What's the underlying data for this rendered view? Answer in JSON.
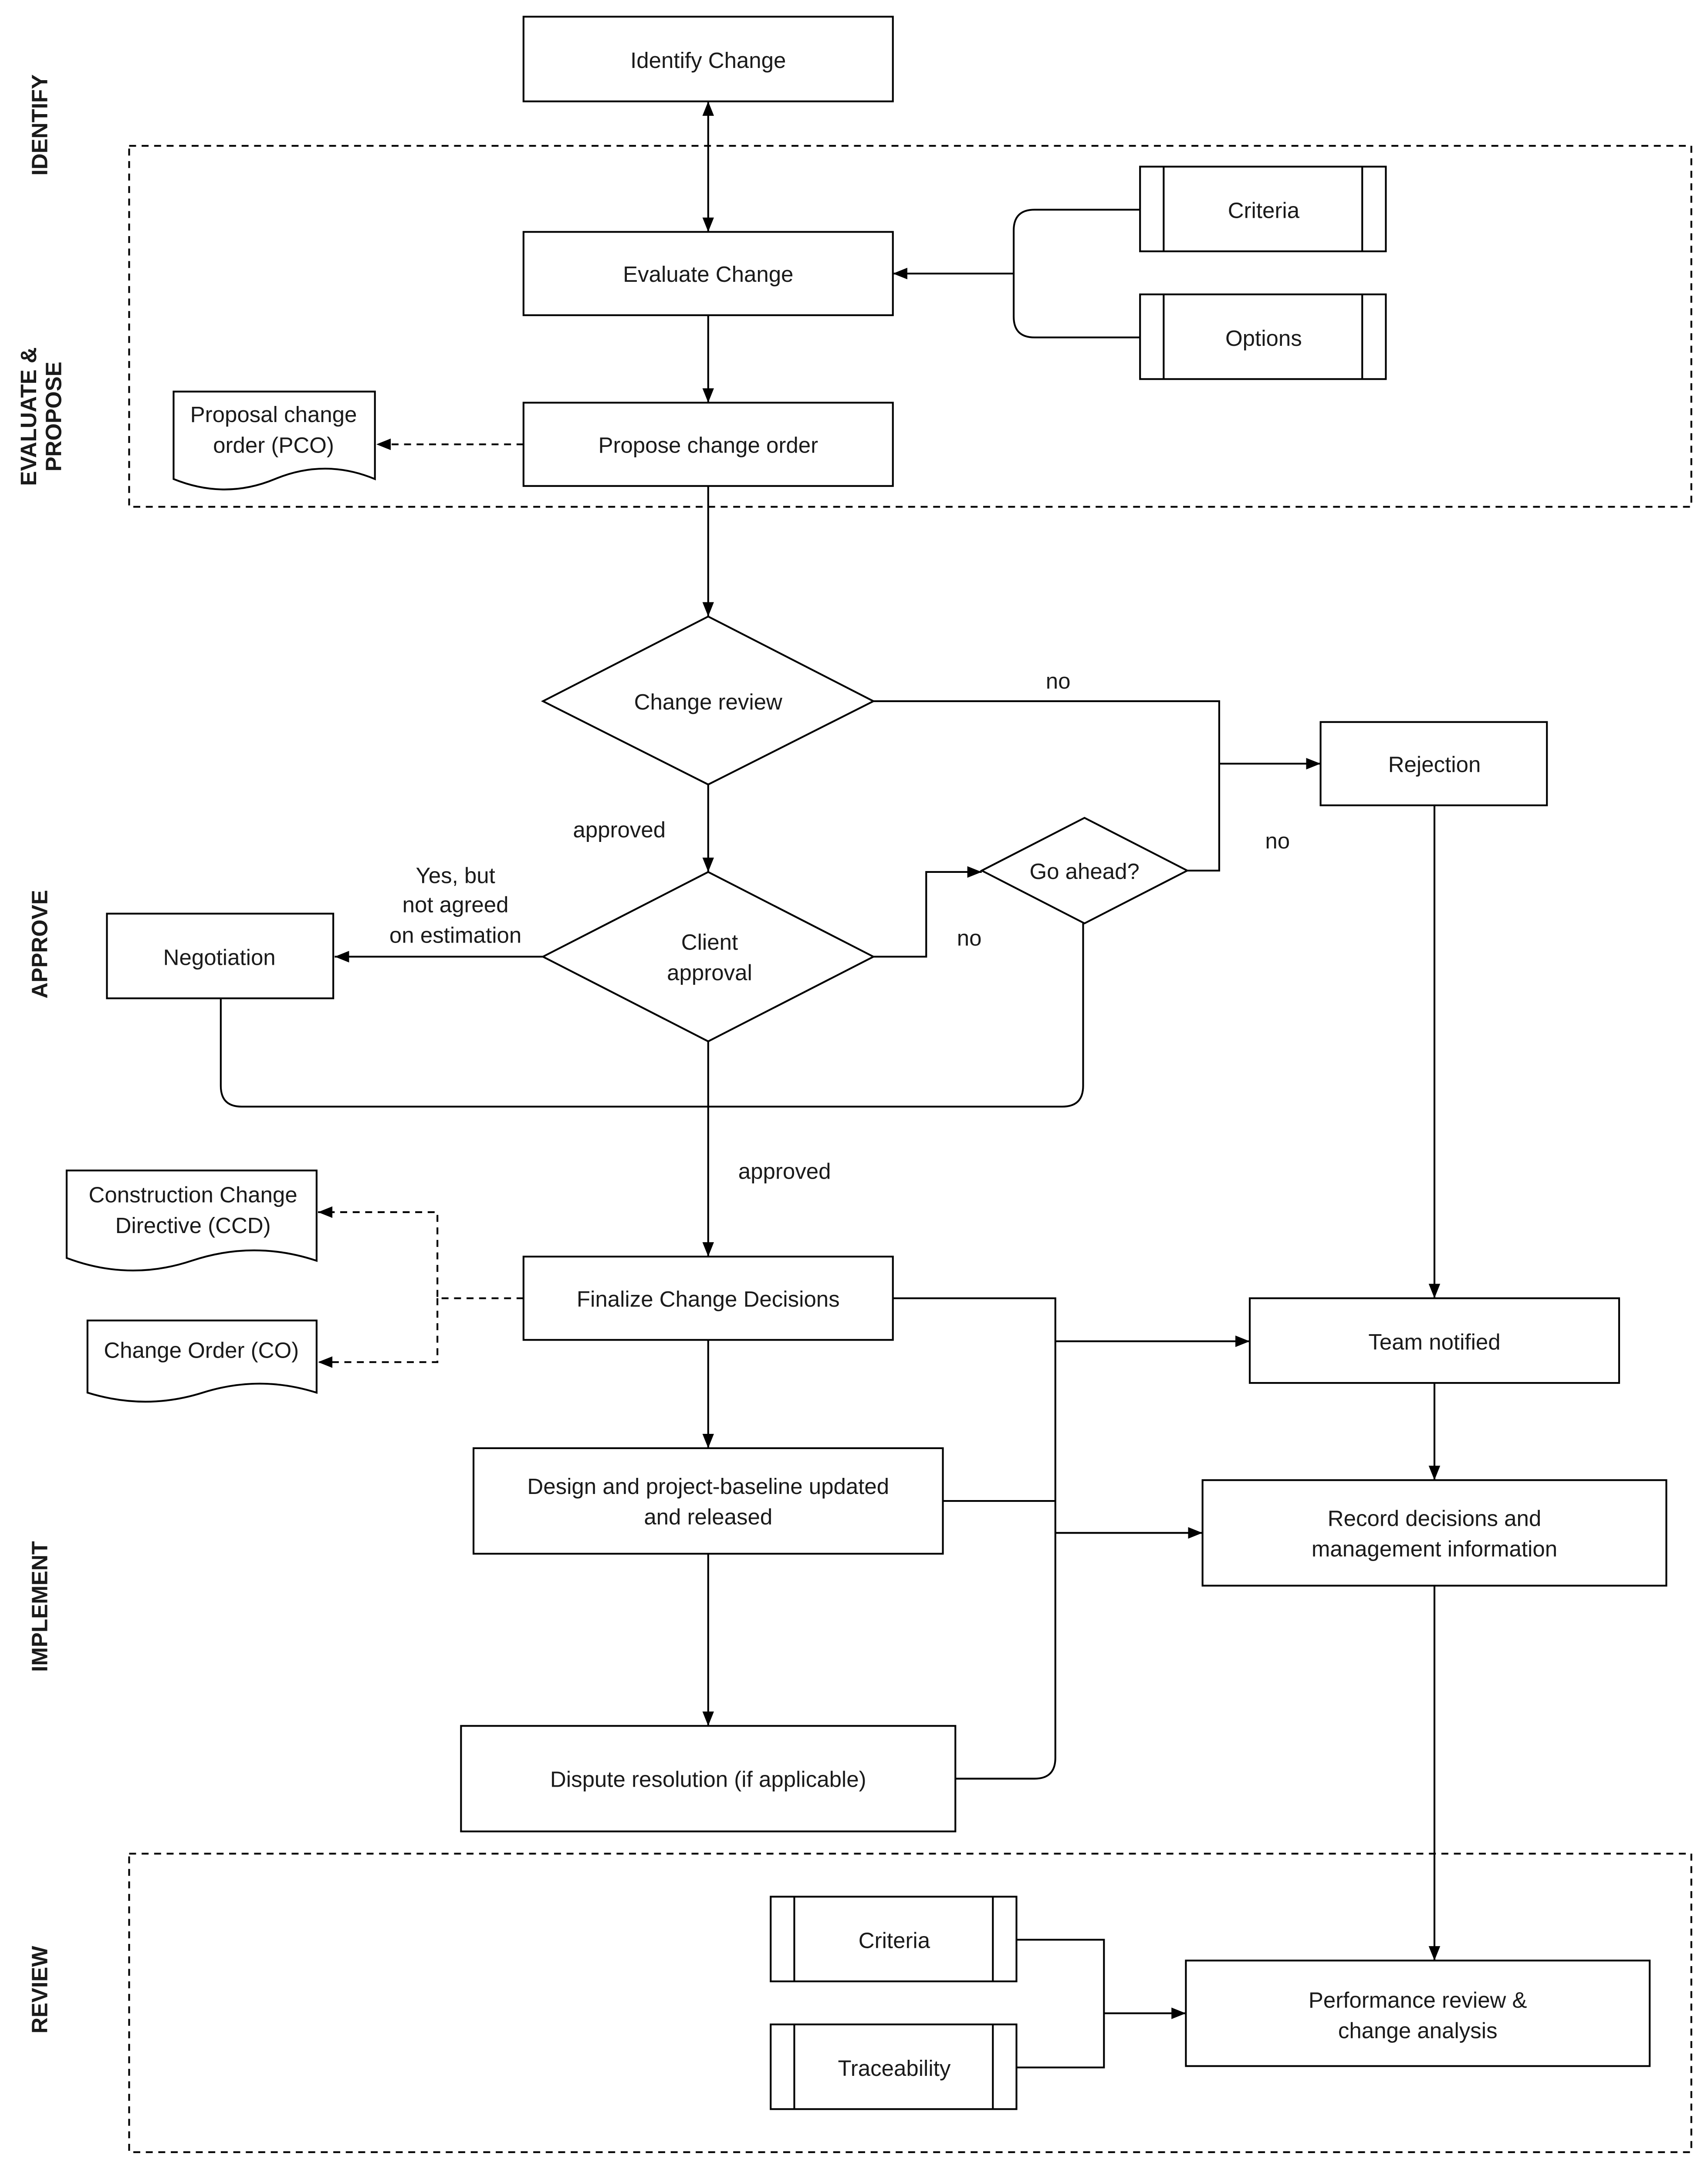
{
  "lanes": {
    "identify": "IDENTIFY",
    "evaluate_line1": "EVALUATE &",
    "evaluate_line2": "PROPOSE",
    "approve": "APPROVE",
    "implement": "IMPLEMENT",
    "review": "REVIEW"
  },
  "nodes": {
    "identify_change": "Identify Change",
    "evaluate_change": "Evaluate Change",
    "criteria_1": "Criteria",
    "options": "Options",
    "pco_line1": "Proposal change",
    "pco_line2": "order (PCO)",
    "propose_change_order": "Propose change order",
    "change_review": "Change review",
    "rejection": "Rejection",
    "go_ahead": "Go ahead?",
    "client_approval_line1": "Client",
    "client_approval_line2": "approval",
    "negotiation": "Negotiation",
    "ccd_line1": "Construction Change",
    "ccd_line2": "Directive (CCD)",
    "change_order": "Change Order (CO)",
    "finalize": "Finalize Change Decisions",
    "team_notified": "Team notified",
    "design_line1": "Design and project-baseline updated",
    "design_line2": "and released",
    "record_line1": "Record decisions and",
    "record_line2": "management information",
    "dispute": "Dispute resolution (if applicable)",
    "criteria_2": "Criteria",
    "traceability": "Traceability",
    "performance_line1": "Performance review &",
    "performance_line2": "change analysis"
  },
  "edge_labels": {
    "review_no": "no",
    "goahead_no": "no",
    "review_approved": "approved",
    "yes_but_line1": "Yes, but",
    "yes_but_line2": "not agreed",
    "yes_but_line3": "on estimation",
    "client_no": "no",
    "client_approved": "approved"
  }
}
